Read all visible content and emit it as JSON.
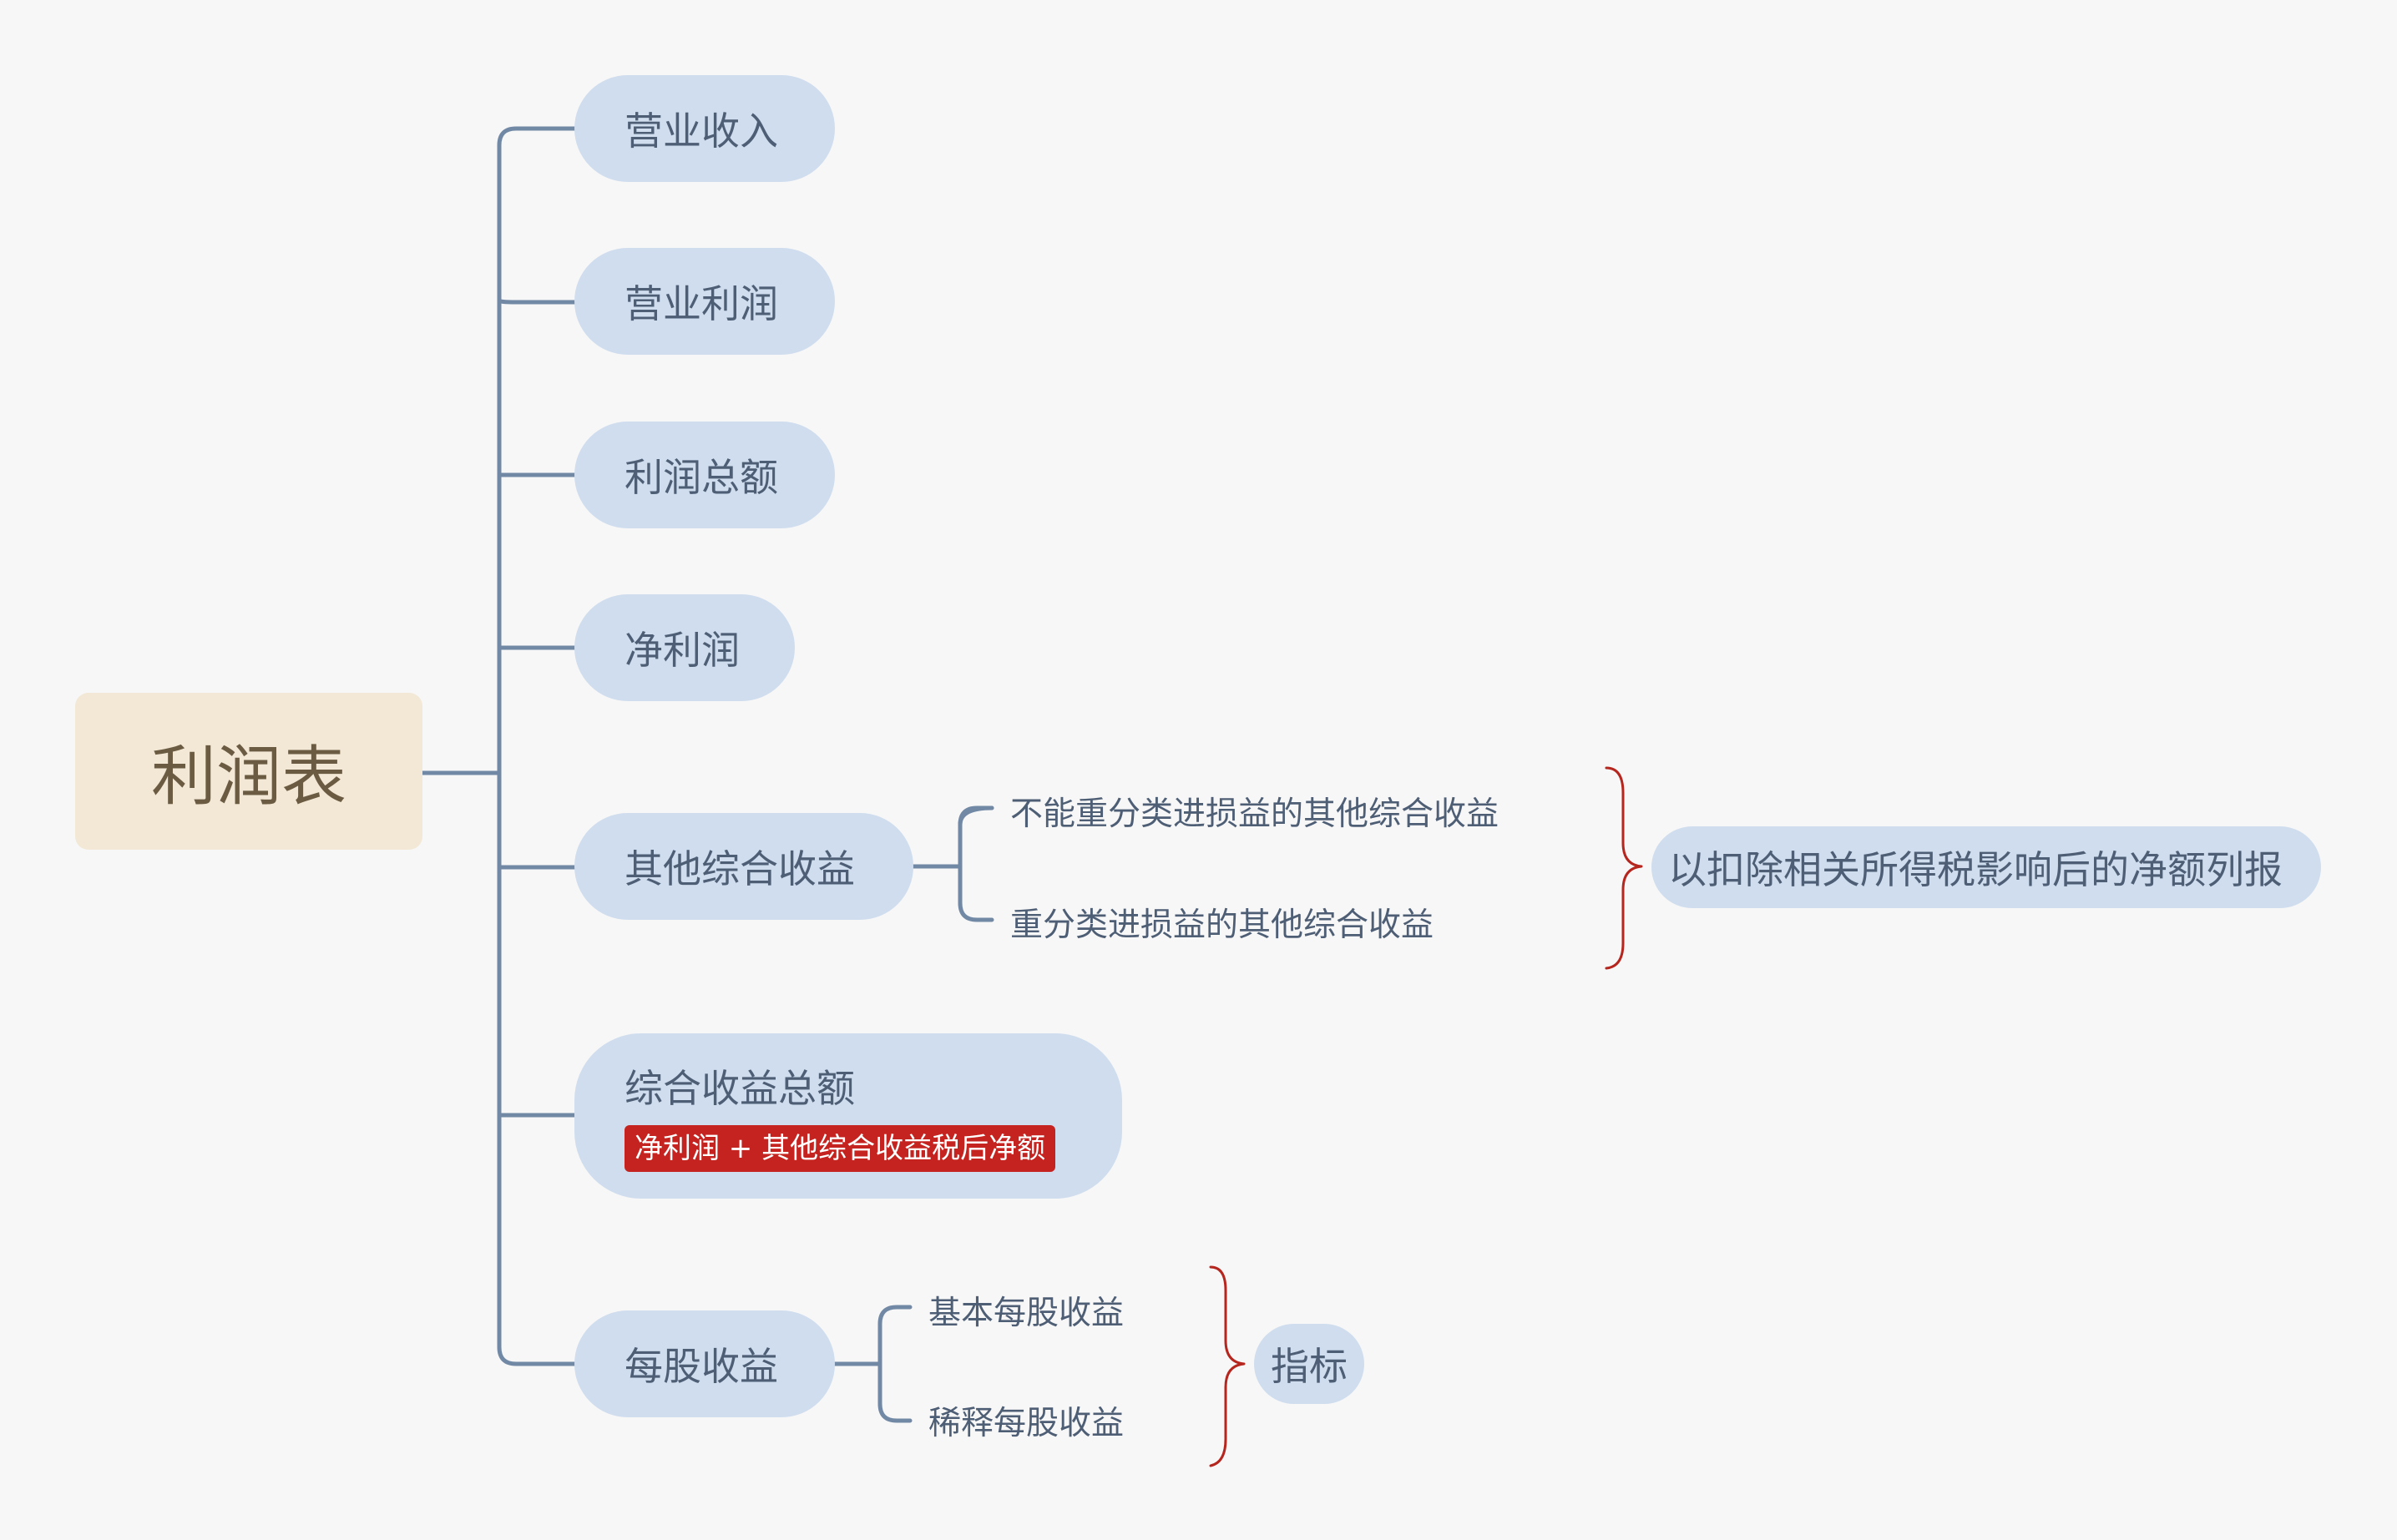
{
  "root": {
    "label": "利润表"
  },
  "branches": [
    {
      "label": "营业收入"
    },
    {
      "label": "营业利润"
    },
    {
      "label": "利润总额"
    },
    {
      "label": "净利润"
    },
    {
      "label": "其他综合收益",
      "children": [
        "不能重分类进损益的其他综合收益",
        "重分类进损益的其他综合收益"
      ],
      "summary": "以扣除相关所得税影响后的净额列报"
    },
    {
      "label": "综合收益总额",
      "note": "净利润 + 其他综合收益税后净额"
    },
    {
      "label": "每股收益",
      "children": [
        "基本每股收益",
        "稀释每股收益"
      ],
      "summary": "指标"
    }
  ],
  "colors": {
    "background": "#f7f7f7",
    "root_fill": "#f2e8d5",
    "root_text": "#6b5b43",
    "node_fill": "#cfddee",
    "node_text": "#4e5e75",
    "connector": "#7289a5",
    "brace": "#b5261f",
    "note_fill": "#c52320",
    "note_text": "#ffffff"
  }
}
